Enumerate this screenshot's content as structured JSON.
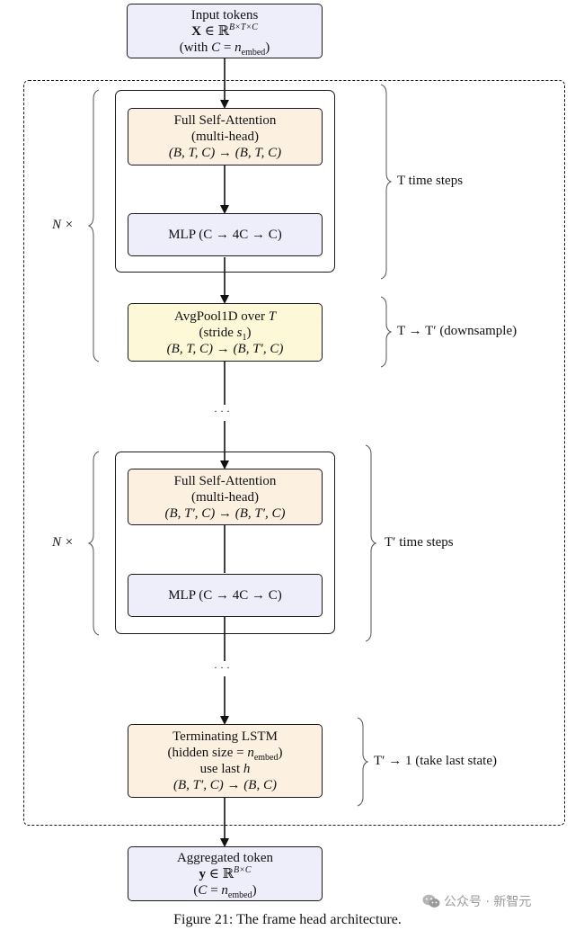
{
  "diagram": {
    "input": {
      "title": "Input tokens",
      "line2_symbol": "X",
      "line2_rest": " ∈ ℝ",
      "line2_sup": "B×T×C",
      "line3_prefix": "(with ",
      "line3_var": "C",
      "line3_eq": " = ",
      "line3_n": "n",
      "line3_sub": "embed",
      "line3_suffix": ")"
    },
    "block1": {
      "attention": {
        "title": "Full Self-Attention",
        "subtitle": "(multi-head)",
        "shape": "(B, T, C) → (B, T, C)"
      },
      "mlp": {
        "label": "MLP (C → 4C → C)"
      },
      "repeat_label": "N ×",
      "brace_label": "T time steps"
    },
    "pool": {
      "title_prefix": "AvgPool1D over ",
      "title_var": "T",
      "stride_prefix": "(stride ",
      "stride_var": "s",
      "stride_sub": "1",
      "stride_suffix": ")",
      "shape": "(B, T, C) → (B, T′, C)",
      "brace_label": "T → T′ (downsample)"
    },
    "ellipsis1": "· · ·",
    "block2": {
      "attention": {
        "title": "Full Self-Attention",
        "subtitle": "(multi-head)",
        "shape": "(B, T′, C) → (B, T′, C)"
      },
      "mlp": {
        "label": "MLP (C → 4C → C)"
      },
      "repeat_label": "N ×",
      "brace_label": "T′ time steps"
    },
    "ellipsis2": "· · ·",
    "lstm": {
      "title": "Terminating LSTM",
      "hidden_prefix": "(hidden size = ",
      "hidden_n": "n",
      "hidden_sub": "embed",
      "hidden_suffix": ")",
      "use_prefix": "use last ",
      "use_var": "h",
      "shape": "(B, T′, C) → (B, C)",
      "brace_label": "T′ → 1 (take last state)"
    },
    "output": {
      "title": "Aggregated token",
      "line2_symbol": "y",
      "line2_rest": " ∈ ℝ",
      "line2_sup": "B×C",
      "line3_prefix": "(",
      "line3_var": "C",
      "line3_eq": " = ",
      "line3_n": "n",
      "line3_sub": "embed",
      "line3_suffix": ")"
    }
  },
  "caption": "Figure 21: The frame head architecture.",
  "watermark": {
    "icon": "wechat-icon",
    "text": "公众号 · 新智元"
  },
  "colors": {
    "io_box": "#eeeefb",
    "attention_box": "#fcf0e0",
    "pool_box": "#fdf8d8",
    "mlp_box": "#eeeefb",
    "lstm_box": "#fcf0e0"
  }
}
